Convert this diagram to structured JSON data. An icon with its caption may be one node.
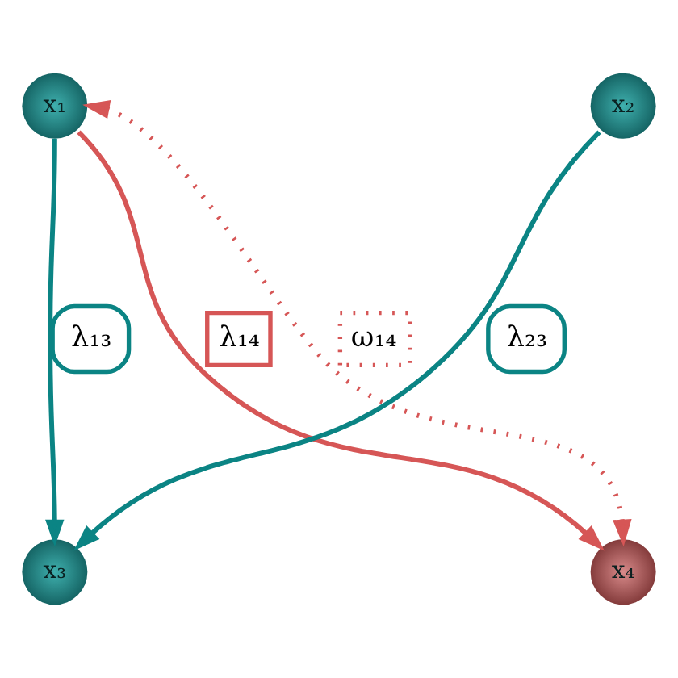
{
  "diagram": {
    "nodes": [
      {
        "text": [
          "x₁"
        ]
      },
      {
        "text": [
          "x₂"
        ]
      },
      {
        "text": [
          "x₃"
        ]
      },
      {
        "text": [
          "x₄"
        ]
      }
    ],
    "edges": [
      {
        "from": 0,
        "to": 2,
        "arrow": "to",
        "label": "λ₁₃",
        "color": "#0b8484"
      },
      {
        "from": 0,
        "to": 3,
        "arrow": "to",
        "label": "λ₁₄",
        "color": "#d65656"
      },
      {
        "from": 1,
        "to": 2,
        "arrow": "to",
        "label": "λ₂₃",
        "color": "#0b8484"
      },
      {
        "from": 3,
        "to": 0,
        "arrow": "both",
        "label": "ω₁₄",
        "style": "dashed",
        "color": "#d65656"
      }
    ]
  }
}
